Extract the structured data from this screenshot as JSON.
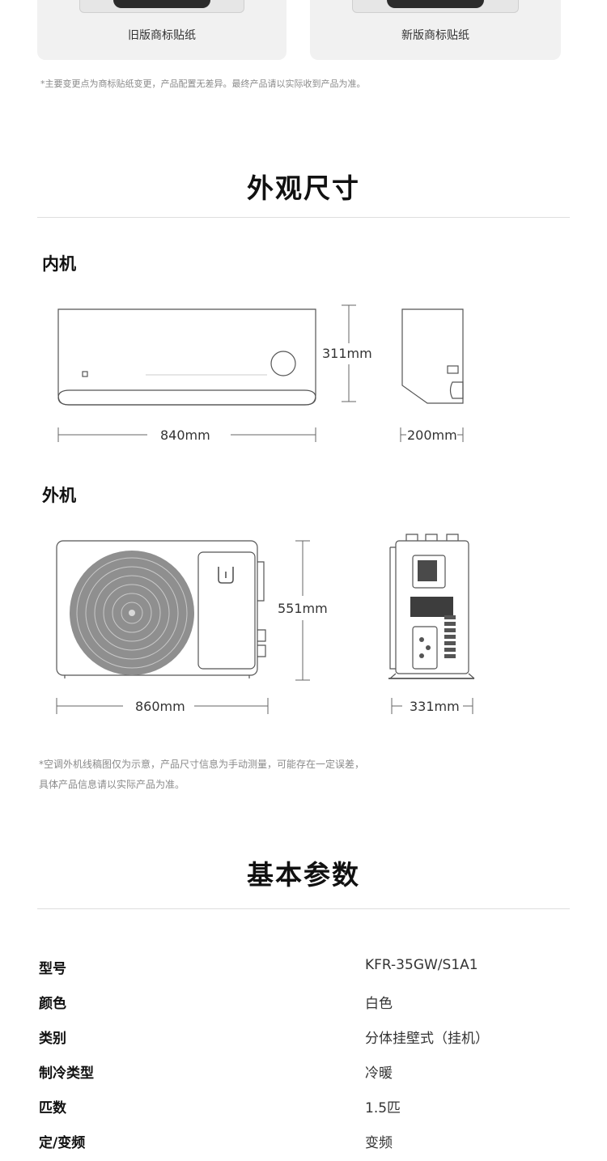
{
  "labels": {
    "old": "旧版商标贴纸",
    "new": "新版商标贴纸",
    "note": "*主要变更点为商标贴纸变更，产品配置无差异。最终产品请以实际收到产品为准。"
  },
  "appearance": {
    "title": "外观尺寸",
    "indoor": {
      "title": "内机",
      "width": "840mm",
      "height": "311mm",
      "depth": "200mm"
    },
    "outdoor": {
      "title": "外机",
      "width": "860mm",
      "height": "551mm",
      "depth": "331mm"
    },
    "note_line1": "*空调外机线稿图仅为示意，产品尺寸信息为手动测量，可能存在一定误差，",
    "note_line2": "具体产品信息请以实际产品为准。"
  },
  "params": {
    "title": "基本参数",
    "rows": [
      {
        "label": "型号",
        "value": "KFR-35GW/S1A1"
      },
      {
        "label": "颜色",
        "value": "白色"
      },
      {
        "label": "类别",
        "value": "分体挂壁式（挂机）"
      },
      {
        "label": "制冷类型",
        "value": "冷暖"
      },
      {
        "label": "匹数",
        "value": "1.5匹"
      },
      {
        "label": "定/变频",
        "value": "变频"
      }
    ]
  }
}
